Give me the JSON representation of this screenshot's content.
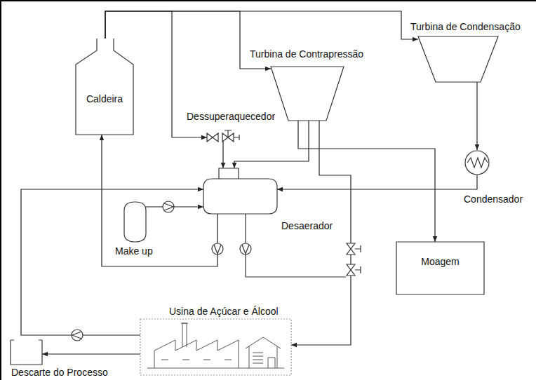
{
  "diagram": {
    "nodes": [
      {
        "text": [
          "Caldeira"
        ]
      },
      {
        "text": [
          "Turbina de Contrapressão"
        ]
      },
      {
        "text": [
          "Turbina de Condensação"
        ]
      },
      {
        "text": [
          "Dessuperaquecedor"
        ]
      },
      {
        "text": [
          "Condensador"
        ]
      },
      {
        "text": [
          "Desaerador"
        ]
      },
      {
        "text": [
          "Make up"
        ]
      },
      {
        "text": [
          "Moagem"
        ]
      },
      {
        "text": [
          "Usina de Açúcar e Álcool"
        ]
      },
      {
        "text": [
          "Descarte do Processo"
        ]
      }
    ],
    "edges": [
      {
        "from": 0,
        "to": 1,
        "arrow": "to"
      },
      {
        "from": 0,
        "to": 2,
        "arrow": "to"
      },
      {
        "from": 0,
        "to": 3,
        "arrow": "to"
      },
      {
        "from": 1,
        "to": 7,
        "arrow": "to"
      },
      {
        "from": 1,
        "to": 5,
        "arrow": "to"
      },
      {
        "from": 1,
        "to": 8,
        "arrow": "to"
      },
      {
        "from": 2,
        "to": 4,
        "arrow": "to"
      },
      {
        "from": 4,
        "to": 5,
        "arrow": "to"
      },
      {
        "from": 3,
        "to": 5,
        "arrow": "to"
      },
      {
        "from": 6,
        "to": 5,
        "arrow": "to"
      },
      {
        "from": 5,
        "to": 0,
        "arrow": "to"
      },
      {
        "from": 8,
        "to": 5,
        "arrow": "to"
      },
      {
        "from": 8,
        "to": 9,
        "arrow": "to"
      }
    ]
  }
}
